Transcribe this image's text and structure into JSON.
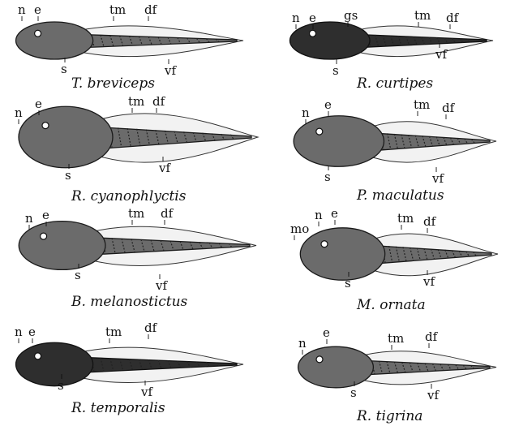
{
  "panels": [
    {
      "species": "T. breviceps",
      "labels": [
        "n",
        "e",
        "tm",
        "df",
        "s",
        "vf"
      ]
    },
    {
      "species": "R. curtipes",
      "labels": [
        "n",
        "e",
        "gs",
        "tm",
        "df",
        "s",
        "vf"
      ]
    },
    {
      "species": "R. cyanophlyctis",
      "labels": [
        "n",
        "e",
        "tm",
        "df",
        "s",
        "vf"
      ]
    },
    {
      "species": "P. maculatus",
      "labels": [
        "n",
        "e",
        "tm",
        "df",
        "s",
        "vf"
      ]
    },
    {
      "species": "B. melanostictus",
      "labels": [
        "n",
        "e",
        "tm",
        "df",
        "s",
        "vf"
      ]
    },
    {
      "species": "M. ornata",
      "labels": [
        "mo",
        "n",
        "e",
        "tm",
        "df",
        "s",
        "vf"
      ]
    },
    {
      "species": "R. temporalis",
      "labels": [
        "n",
        "e",
        "tm",
        "df",
        "s",
        "vf"
      ]
    },
    {
      "species": "R. tigrina",
      "labels": [
        "n",
        "e",
        "tm",
        "df",
        "s",
        "vf"
      ]
    }
  ]
}
